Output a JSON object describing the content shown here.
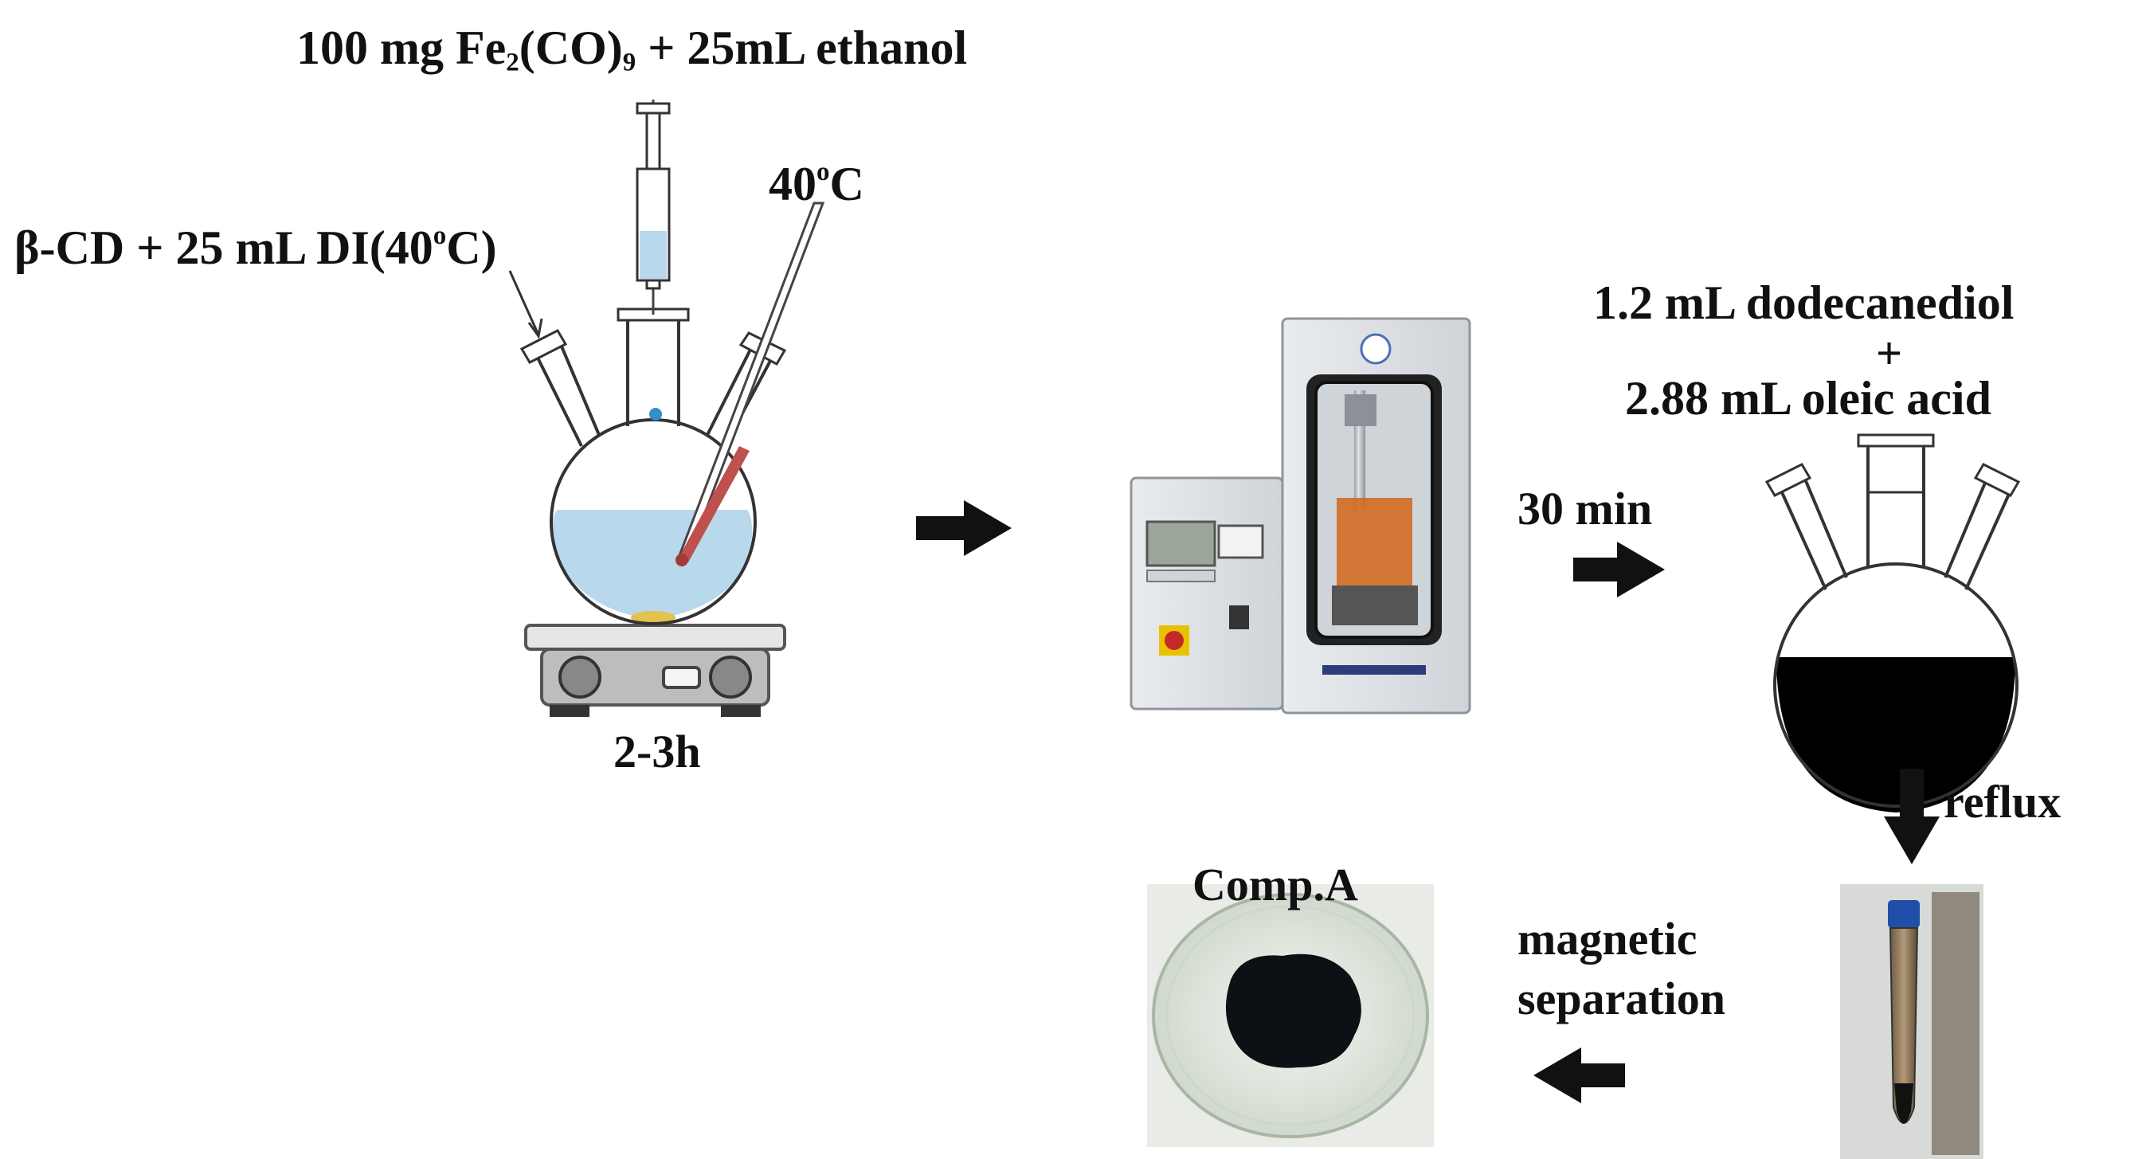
{
  "labels": {
    "reagent_top": {
      "pre": "100 mg Fe",
      "sub1": "2",
      "mid": "(CO)",
      "sub2": "9",
      "post": " + 25mL ethanol"
    },
    "temp": {
      "pre": "40",
      "sup": "o",
      "post": "C"
    },
    "betacd": {
      "pre": "β-CD + 25 mL DI(40",
      "sup": "o",
      "post": "C)"
    },
    "time_stir": "2-3h",
    "time_sonic": "30 min",
    "dodecanediol": "1.2 mL dodecanediol",
    "plus": "+",
    "oleic": "2.88 mL oleic acid",
    "reflux": "reflux",
    "magnetic": "magnetic",
    "separation": "separation",
    "product": "Comp.A"
  },
  "colors": {
    "liquid_blue": "#b8d8ec",
    "liquid_black": "#000000",
    "thermometer_red": "#c0504d",
    "device_gray": "#c8ccd0",
    "sample_orange": "#d2691e",
    "tube_cap_blue": "#1f4fa8",
    "powder_black": "#0d1014"
  },
  "icons": [
    "flask-icon",
    "syringe-icon",
    "thermometer-icon",
    "hotplate-icon",
    "sonicator-icon",
    "arrow-icon",
    "centrifuge-tube-icon",
    "petri-dish-icon"
  ]
}
